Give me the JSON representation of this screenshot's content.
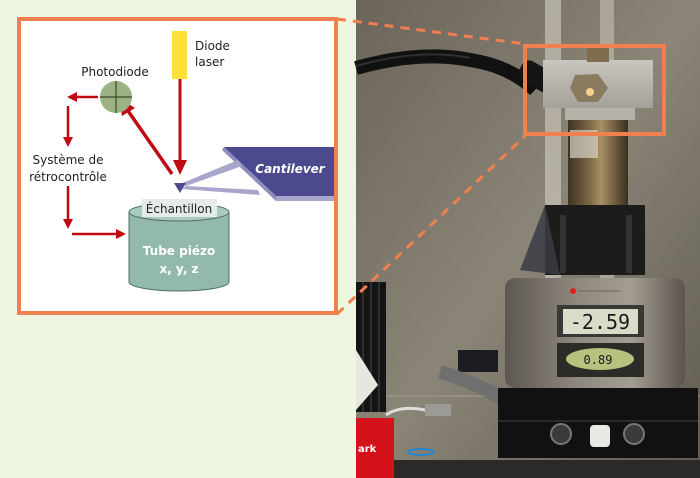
{
  "diagram": {
    "title": "Principe du microscope à force atomique",
    "labels": {
      "laser": [
        "Diode",
        "laser"
      ],
      "photodiode": "Photodiode",
      "feedback": [
        "Système de",
        "rétrocontrôle"
      ],
      "sample": "Échantillon",
      "piezo": [
        "Tube piézo",
        "x, y, z"
      ],
      "cantilever": "Cantilever"
    },
    "colors": {
      "background": "#eef6e2",
      "frame": "#f08050",
      "arrow": "#c00a12",
      "laser": "#ffe034",
      "photodiode": "#9cb284",
      "cantilever": "#4b4a8e",
      "cantilever_light": "#a8a6cc",
      "piezo": "#93b9ac",
      "sample_label_bg": "#e4ece8"
    },
    "flow": [
      "Diode laser → Cantilever tip",
      "Cantilever tip → Photodiode",
      "Photodiode → Système de rétrocontrôle",
      "Système de rétrocontrôle → Tube piézo x, y, z"
    ]
  },
  "photo": {
    "description": "Photographie d'un microscope à force atomique",
    "display_main": "-2.59",
    "display_secondary": "0.89",
    "box_label": "ark"
  }
}
